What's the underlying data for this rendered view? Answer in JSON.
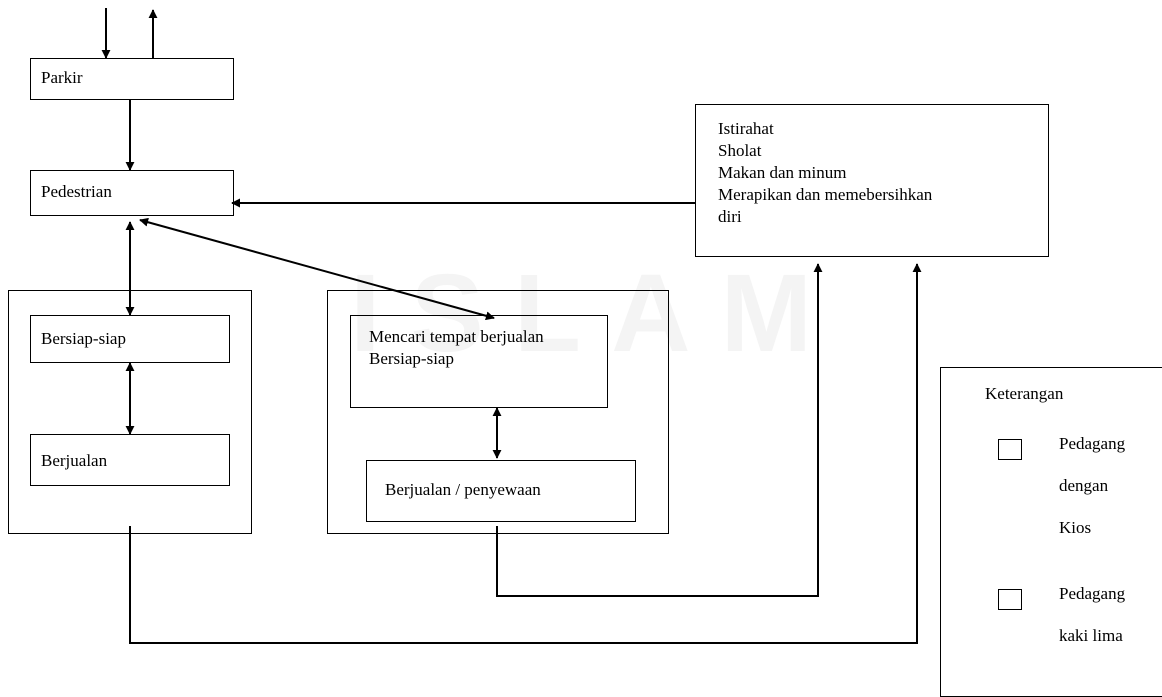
{
  "nodes": {
    "parkir": "Parkir",
    "pedestrian": "Pedestrian",
    "activities": "Istirahat\nSholat\nMakan dan minum\nMerapikan dan memebersihkan\ndiri",
    "left_prepare": "Bersiap-siap",
    "left_sell": "Berjualan",
    "mid_search": "Mencari tempat berjualan\nBersiap-siap",
    "mid_sell": "Berjualan / penyewaan"
  },
  "legend": {
    "title": "Keterangan",
    "items": [
      {
        "label": "Pedagang\n\ndengan\n\nKios"
      },
      {
        "label": "Pedagang\n\nkaki lima"
      }
    ]
  },
  "colors": {
    "line": "#000000",
    "watermark": "#0000000b"
  }
}
